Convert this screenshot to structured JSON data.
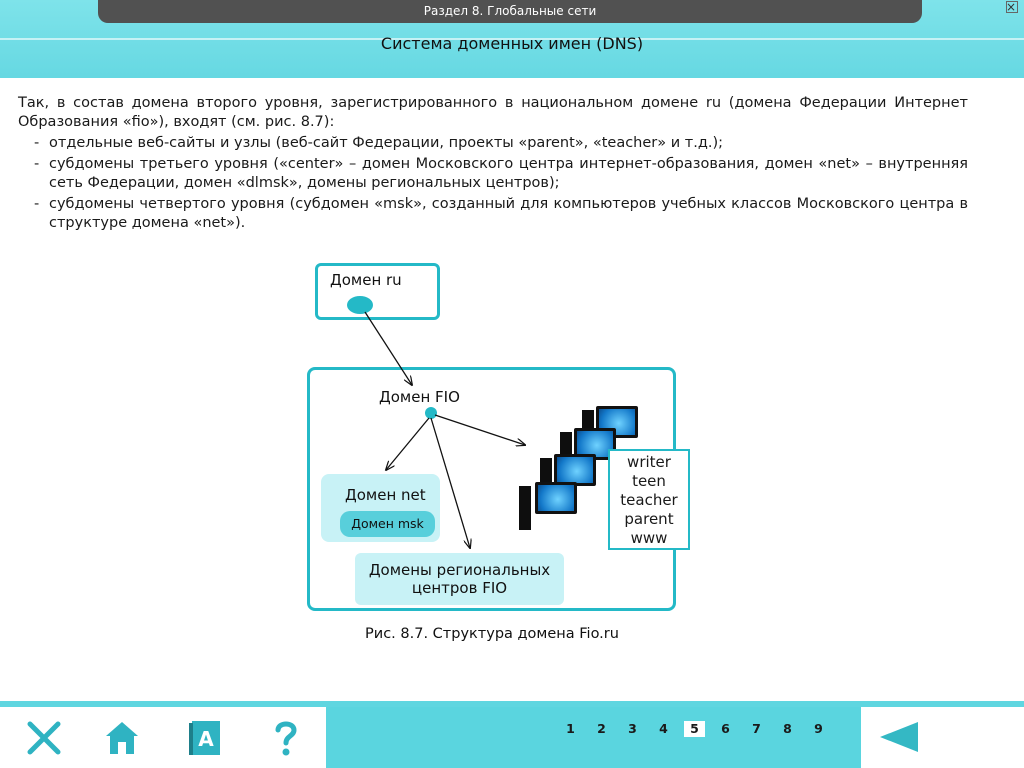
{
  "header": {
    "section": "Раздел 8. Глобальные сети",
    "title": "Система доменных имен (DNS)"
  },
  "content": {
    "intro": "Так, в состав домена второго уровня, зарегистрированного в национальном домене ru (домена Федерации Интернет Образования «fio»), входят (см. рис. 8.7):",
    "bullets": [
      "отдельные веб-сайты и узлы (веб-сайт Федерации, проекты «parent», «teacher» и т.д.);",
      "субдомены третьего уровня («center» – домен Московского центра интернет-образования, домен «net» – внутренняя сеть Федерации, домен «dlmsk», домены региональных центров);",
      "субдомены четвертого уровня (субдомен «msk», созданный для компьютеров учебных классов Московского центра в структуре домена «net»)."
    ]
  },
  "diagram": {
    "domain_ru": "Домен ru",
    "domain_fio": "Домен FIO",
    "domain_net": "Домен net",
    "domain_msk": "Домен msk",
    "regional_line1": "Домены региональных",
    "regional_line2": "центров FIO",
    "hosts": [
      "writer",
      "teen",
      "teacher",
      "parent",
      "www"
    ],
    "caption": "Рис. 8.7. Структура домена Fio.ru",
    "accent_color": "#24b9c7"
  },
  "footer": {
    "buttons": [
      "close-icon",
      "home-icon",
      "glossary-icon",
      "help-icon"
    ],
    "glossary_letter": "A",
    "pages": [
      "1",
      "2",
      "3",
      "4",
      "5",
      "6",
      "7",
      "8",
      "9"
    ],
    "current_page": "5",
    "nav_icon": "back-arrow-icon"
  }
}
